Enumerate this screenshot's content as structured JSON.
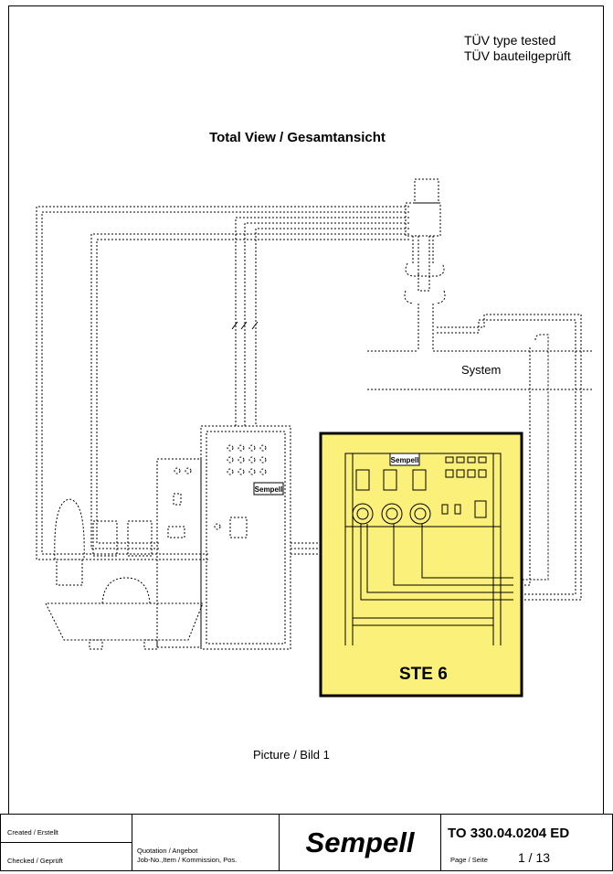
{
  "header": {
    "tuv_line1": "TÜV type tested",
    "tuv_line2": "TÜV bauteilgeprüft"
  },
  "diagram": {
    "title": "Total View / Gesamtansicht",
    "system_label": "System",
    "module_label": "STE 6",
    "nameplate_control_cabinet": "Sempell",
    "nameplate_ste_panel": "Sempell",
    "caption": "Picture / Bild 1",
    "colors": {
      "highlight": "#fbf17a",
      "line": "#000000"
    }
  },
  "title_block": {
    "created_label": "Created / Erstellt",
    "checked_label": "Checked / Geprüft",
    "quotation_label": "Quotation / Angebot",
    "job_label": "Job-No.,Item / Kommission, Pos.",
    "logo_text": "Sempell",
    "document_number": "TO 330.04.0204 ED",
    "page_label": "Page / Seite",
    "page_value": "1 / 13"
  }
}
